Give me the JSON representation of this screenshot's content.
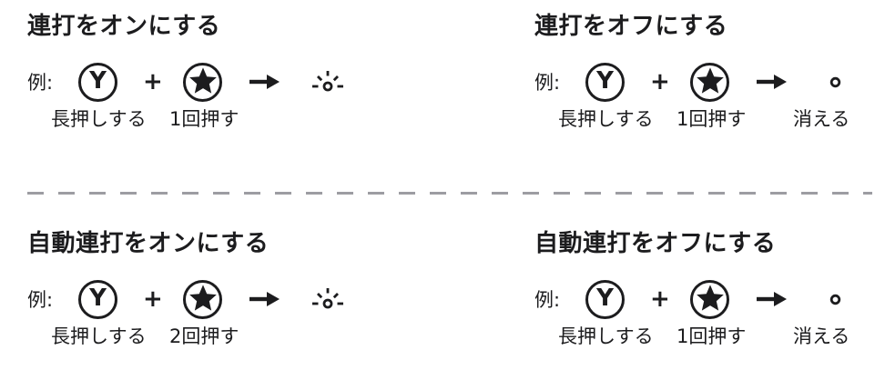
{
  "app": {
    "background_color": "#ffffff",
    "text_color": "#1c1c1e",
    "divider_color": "#9d9da2",
    "divider_style": "dashed"
  },
  "panels": [
    {
      "id": "rapid-fire-on",
      "title": "連打をオンにする",
      "example_prefix": "例:",
      "button_a": {
        "label": "Y",
        "action": "長押しする"
      },
      "plus": "+",
      "button_b": {
        "icon": "star",
        "action": "1回押す"
      },
      "arrow_icon": "right-arrow",
      "result": {
        "icon": "burst",
        "label": ""
      }
    },
    {
      "id": "rapid-fire-off",
      "title": "連打をオフにする",
      "example_prefix": "例:",
      "button_a": {
        "label": "Y",
        "action": "長押しする"
      },
      "plus": "+",
      "button_b": {
        "icon": "star",
        "action": "1回押す"
      },
      "arrow_icon": "right-arrow",
      "result": {
        "icon": "circle-fade",
        "label": "消える"
      }
    },
    {
      "id": "auto-rapid-fire-on",
      "title": "自動連打をオンにする",
      "example_prefix": "例:",
      "button_a": {
        "label": "Y",
        "action": "長押しする"
      },
      "plus": "+",
      "button_b": {
        "icon": "star",
        "action": "2回押す"
      },
      "arrow_icon": "right-arrow",
      "result": {
        "icon": "burst",
        "label": ""
      }
    },
    {
      "id": "auto-rapid-fire-off",
      "title": "自動連打をオフにする",
      "example_prefix": "例:",
      "button_a": {
        "label": "Y",
        "action": "長押しする"
      },
      "plus": "+",
      "button_b": {
        "icon": "star",
        "action": "1回押す"
      },
      "arrow_icon": "right-arrow",
      "result": {
        "icon": "circle-fade",
        "label": "消える"
      }
    }
  ]
}
